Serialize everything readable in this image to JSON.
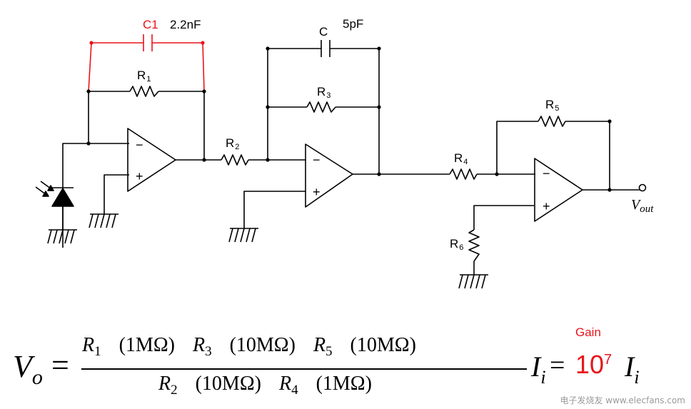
{
  "diagram": {
    "c1_name": "C1",
    "c1_value": "2.2nF",
    "c_name": "C",
    "c_value": "5pF",
    "r1": "R",
    "r1_sub": "1",
    "r2": "R",
    "r2_sub": "2",
    "r3": "R",
    "r3_sub": "3",
    "r4": "R",
    "r4_sub": "4",
    "r5": "R",
    "r5_sub": "5",
    "r6": "R",
    "r6_sub": "6",
    "minus": "−",
    "plus": "+",
    "vout": "V",
    "vout_sub": "out",
    "highlight_color": "#e8141b"
  },
  "equation": {
    "lhs": "V",
    "lhs_sub": "o",
    "equals": "=",
    "num_r1": "R",
    "num_r1_sub": "1",
    "num_r1_val": "(1MΩ)",
    "num_r3": "R",
    "num_r3_sub": "3",
    "num_r3_val": "(10MΩ)",
    "num_r5": "R",
    "num_r5_sub": "5",
    "num_r5_val": "(10MΩ)",
    "den_r2": "R",
    "den_r2_sub": "2",
    "den_r2_val": "(10MΩ)",
    "den_r4": "R",
    "den_r4_sub": "4",
    "den_r4_val": "(1MΩ)",
    "current": "I",
    "current_sub": "i",
    "equals2": "=",
    "gain_label": "Gain",
    "gain_base": "10",
    "gain_exp": "7",
    "current2": "I",
    "current2_sub": "i"
  },
  "watermark": "电子发烧友 www.elecfans.com"
}
